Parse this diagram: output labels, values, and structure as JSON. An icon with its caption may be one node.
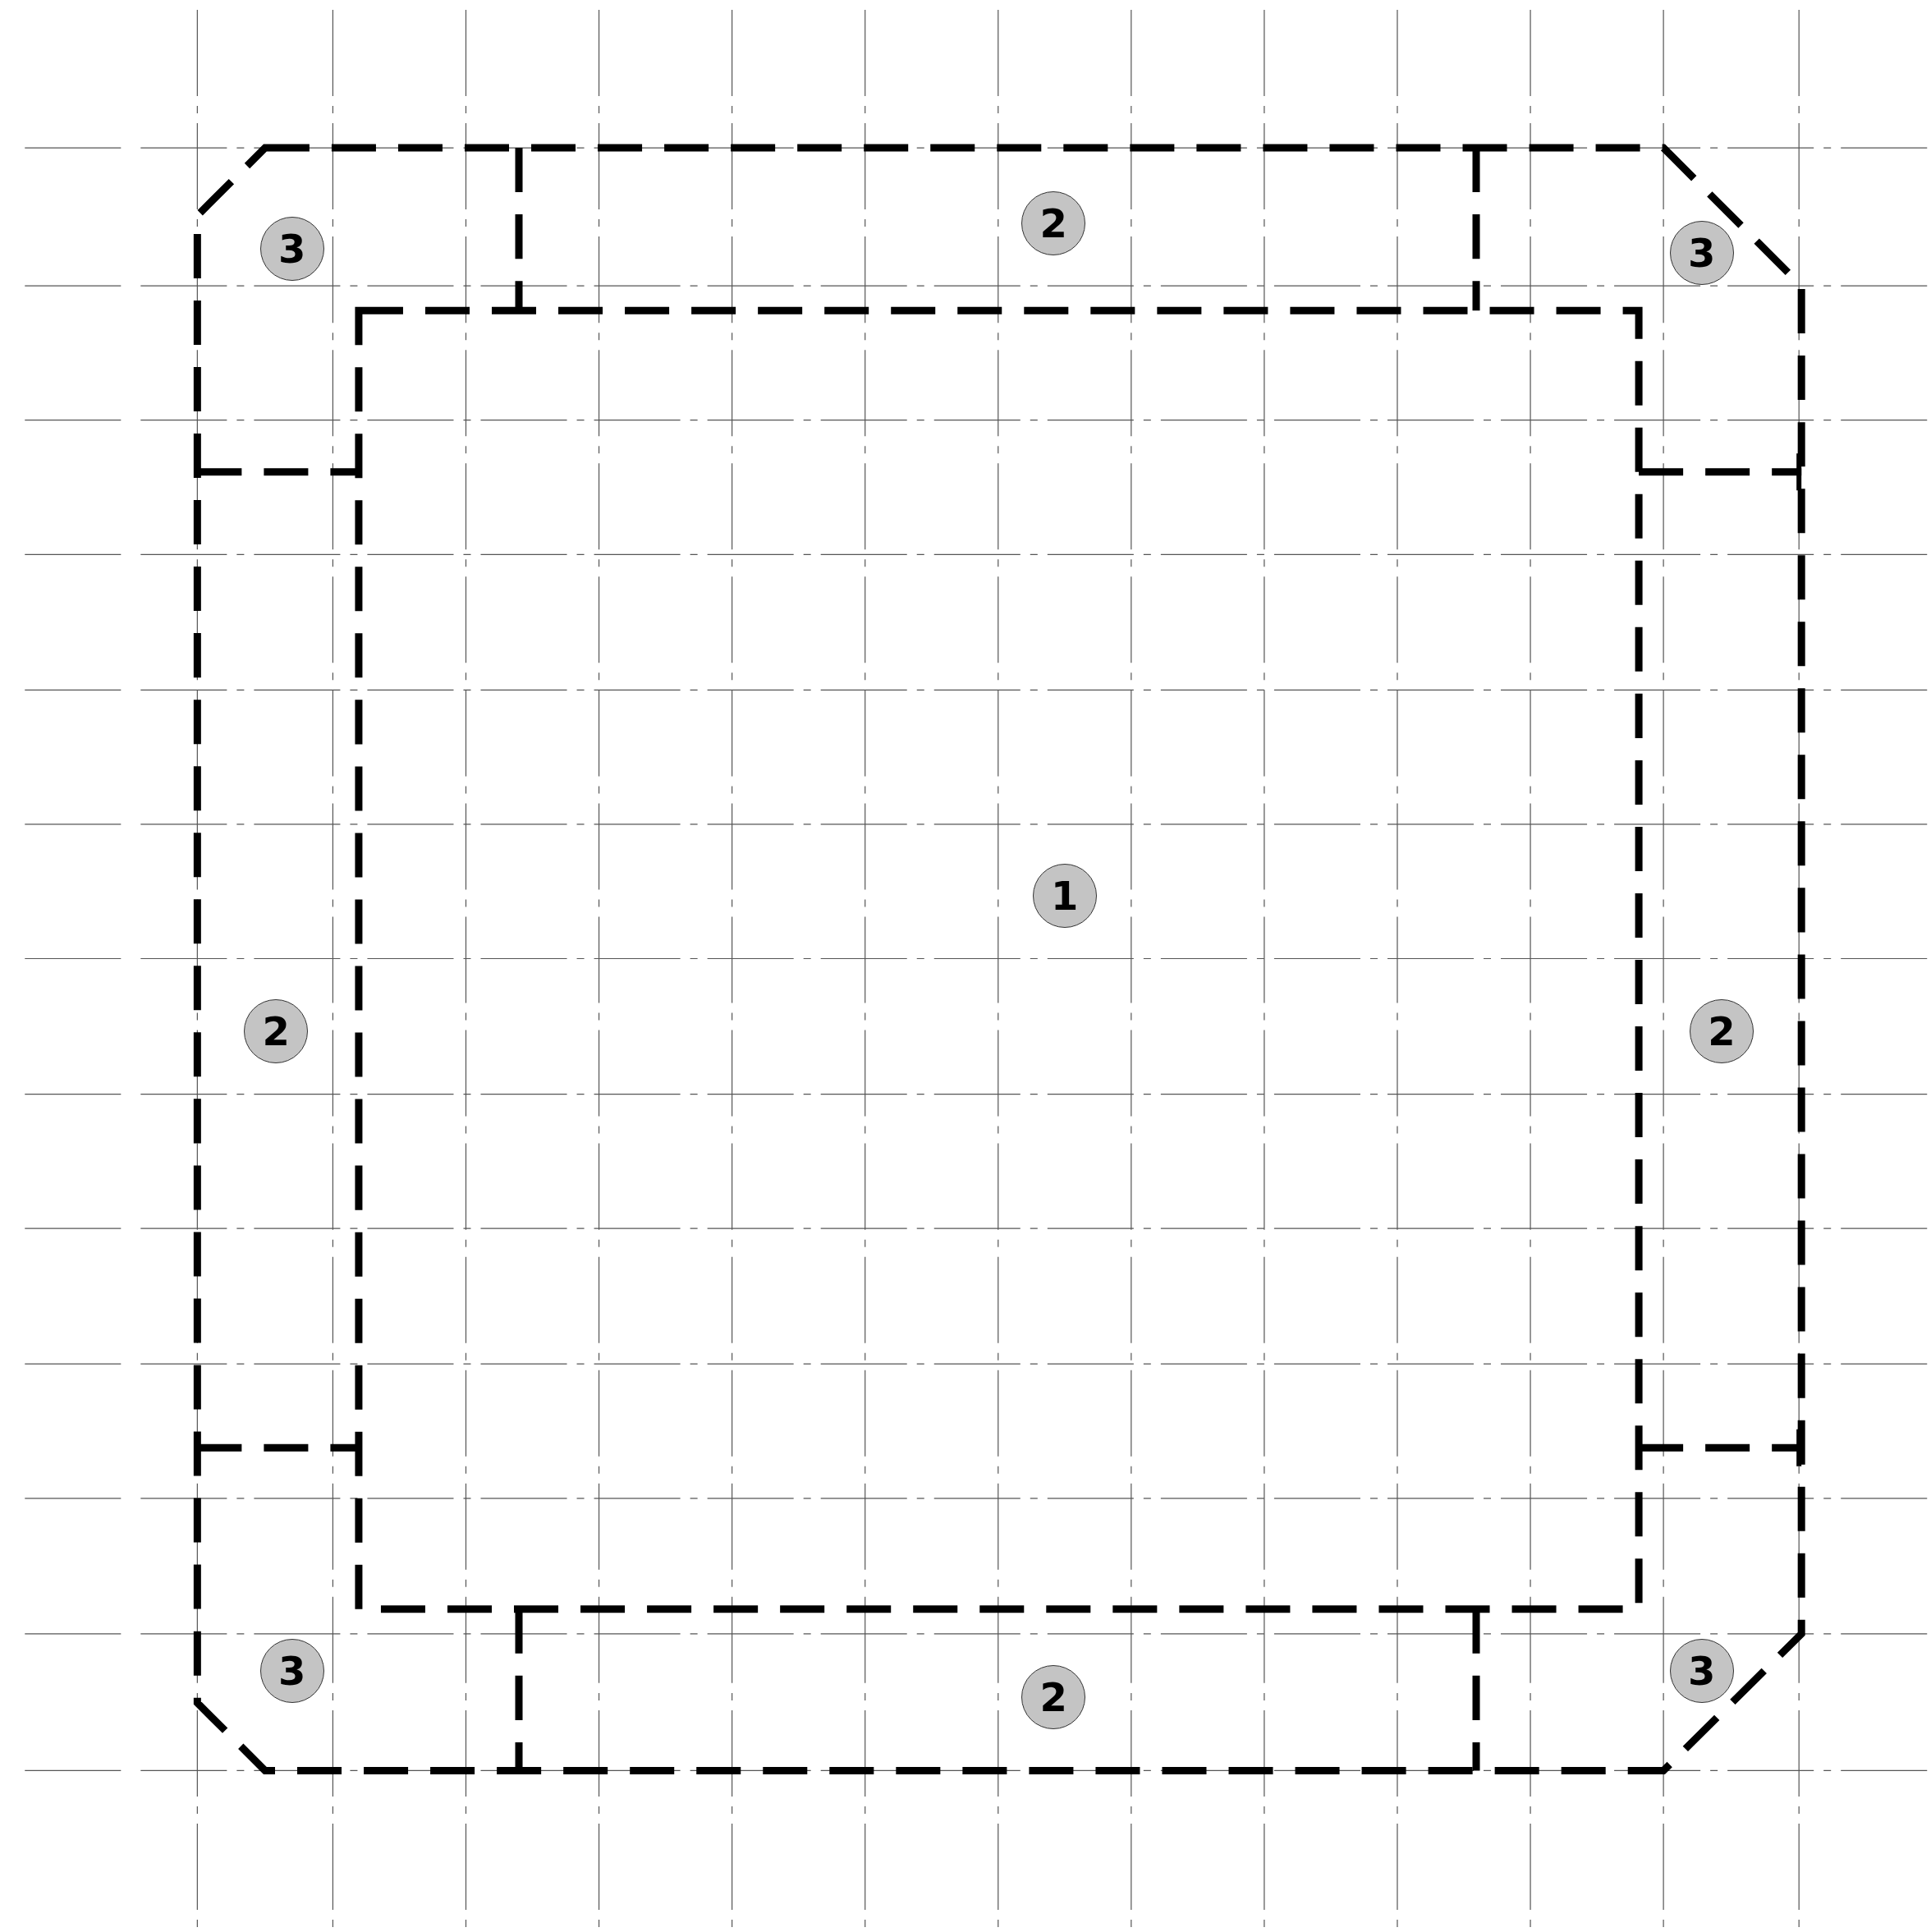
{
  "diagram": {
    "nodes": [
      {
        "text": [
          "2"
        ]
      },
      {
        "text": [
          "3"
        ]
      },
      {
        "text": [
          "3"
        ]
      },
      {
        "text": [
          "1"
        ]
      },
      {
        "text": [
          "2"
        ]
      },
      {
        "text": [
          "2"
        ]
      },
      {
        "text": [
          "3"
        ]
      },
      {
        "text": [
          "3"
        ]
      },
      {
        "text": [
          "2"
        ]
      }
    ]
  }
}
